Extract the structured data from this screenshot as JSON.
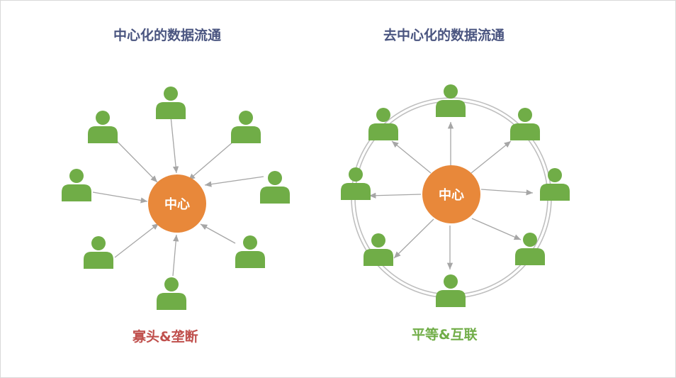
{
  "left_diagram": {
    "title": "中心化的数据流通",
    "center_label": "中心",
    "caption": "寡头&垄断"
  },
  "right_diagram": {
    "title": "去中心化的数据流通",
    "center_label": "中心",
    "caption": "平等&互联"
  },
  "colors": {
    "title": "#4a5580",
    "center_fill": "#e8883a",
    "user_fill": "#70ad47",
    "arrow": "#a6a6a6",
    "ring": "#bfbfbf",
    "caption_left": "#c0504d",
    "caption_right": "#70ad47"
  }
}
